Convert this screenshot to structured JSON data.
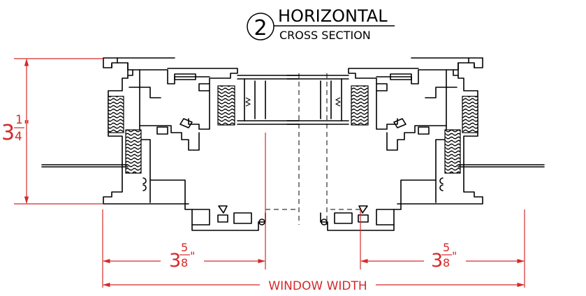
{
  "title": {
    "number": "2",
    "main": "HORIZONTAL",
    "sub": "CROSS SECTION"
  },
  "dimensions": {
    "height": {
      "whole": "3",
      "num": "1",
      "den": "4",
      "unit": "\""
    },
    "left_depth": {
      "whole": "3",
      "num": "5",
      "den": "8",
      "unit": "\""
    },
    "right_depth": {
      "whole": "3",
      "num": "5",
      "den": "8",
      "unit": "\""
    },
    "overall": "WINDOW WIDTH"
  },
  "colors": {
    "linework": "#000000",
    "dimension": "#d42a2a"
  }
}
